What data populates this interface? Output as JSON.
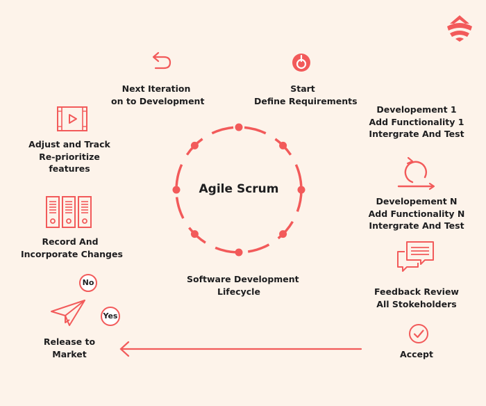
{
  "center_title": "Agile Scrum",
  "steps": {
    "next_iteration": [
      "Next Iteration",
      "on to Development"
    ],
    "start": [
      "Start",
      "Define Requirements"
    ],
    "dev1": [
      "Developement 1",
      "Add Functionality 1",
      "Intergrate And Test"
    ],
    "adjust": [
      "Adjust and Track",
      "Re-prioritize",
      "features"
    ],
    "devn": [
      "Developement N",
      "Add Functionality N",
      "Intergrate And Test"
    ],
    "record": [
      "Record And",
      "Incorporate Changes"
    ],
    "lifecycle": [
      "Software Development",
      "Lifecycle"
    ],
    "feedback": [
      "Feedback Review",
      "All Stokeholders"
    ],
    "release": [
      "Release to",
      "Market"
    ],
    "accept": [
      "Accept"
    ]
  },
  "badges": {
    "no": "No",
    "yes": "Yes"
  },
  "icons": {
    "next_iteration": "undo-arrow-icon",
    "start": "power-icon",
    "adjust": "video-player-icon",
    "devn": "sprint-cycle-icon",
    "record": "binders-icon",
    "feedback": "chat-bubbles-icon",
    "release": "paper-plane-icon",
    "accept": "check-circle-icon",
    "logo": "logo-icon"
  },
  "colors": {
    "accent": "#f25a5a",
    "background": "#fdf3ea",
    "text": "#1d1d1f"
  }
}
